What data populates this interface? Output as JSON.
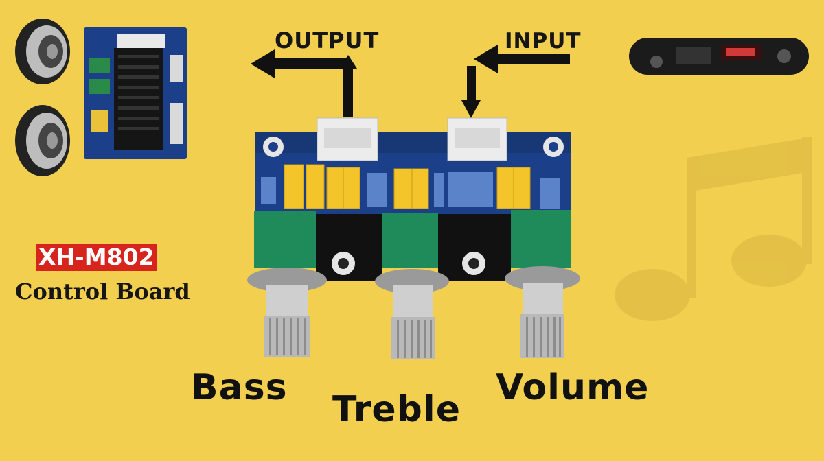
{
  "labels": {
    "output": "OUTPUT",
    "input": "INPUT",
    "model": "XH-M802",
    "board_caption": "Control Board"
  },
  "knobs": {
    "bass": "Bass",
    "treble": "Treble",
    "volume": "Volume"
  },
  "colors": {
    "background": "#f2cf4f",
    "pcb": "#1c3f8a",
    "potentiometer": "#1f8a5a",
    "capacitor": "#f3c52a",
    "badge": "#d7241c",
    "text": "#161616"
  },
  "icons": [
    "speaker-icon",
    "amplifier-board-icon",
    "bluetooth-decoder-module-icon",
    "music-note-watermark-icon"
  ]
}
